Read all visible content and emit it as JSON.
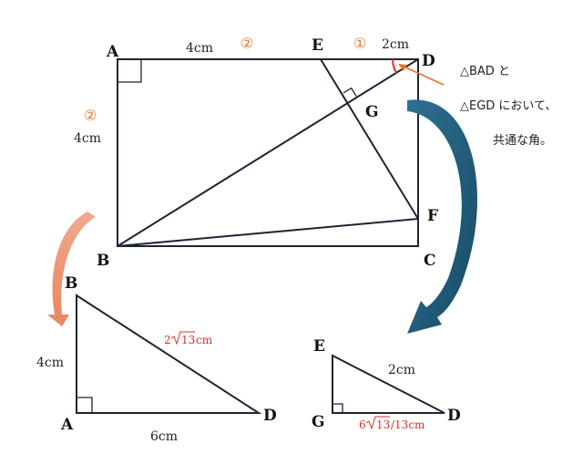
{
  "main_figure": {
    "points": {
      "A": "A",
      "B": "B",
      "C": "C",
      "D": "D",
      "E": "E",
      "F": "F",
      "G": "G"
    },
    "lengths": {
      "AE": "4cm",
      "ED": "2cm",
      "AB": "4cm"
    },
    "marks": {
      "AE": "②",
      "ED": "①",
      "AB": "②"
    }
  },
  "note": {
    "line1": "△BAD と",
    "line2": "△EGD において、",
    "line3": "共通な角。"
  },
  "triangle_bad": {
    "B": "B",
    "A": "A",
    "D": "D",
    "side_ab": "4cm",
    "side_ad": "6cm",
    "bd_coef": "2",
    "bd_rad": "13",
    "bd_unit": "cm"
  },
  "triangle_egd": {
    "E": "E",
    "G": "G",
    "D": "D",
    "side_ed": "2cm",
    "gd_coef": "6",
    "gd_rad": "13",
    "gd_tail": "/13cm"
  },
  "colors": {
    "line": "#1d2433",
    "orange": "#e8742a",
    "red": "#d93025",
    "blue_arrow": "#1f5673"
  }
}
